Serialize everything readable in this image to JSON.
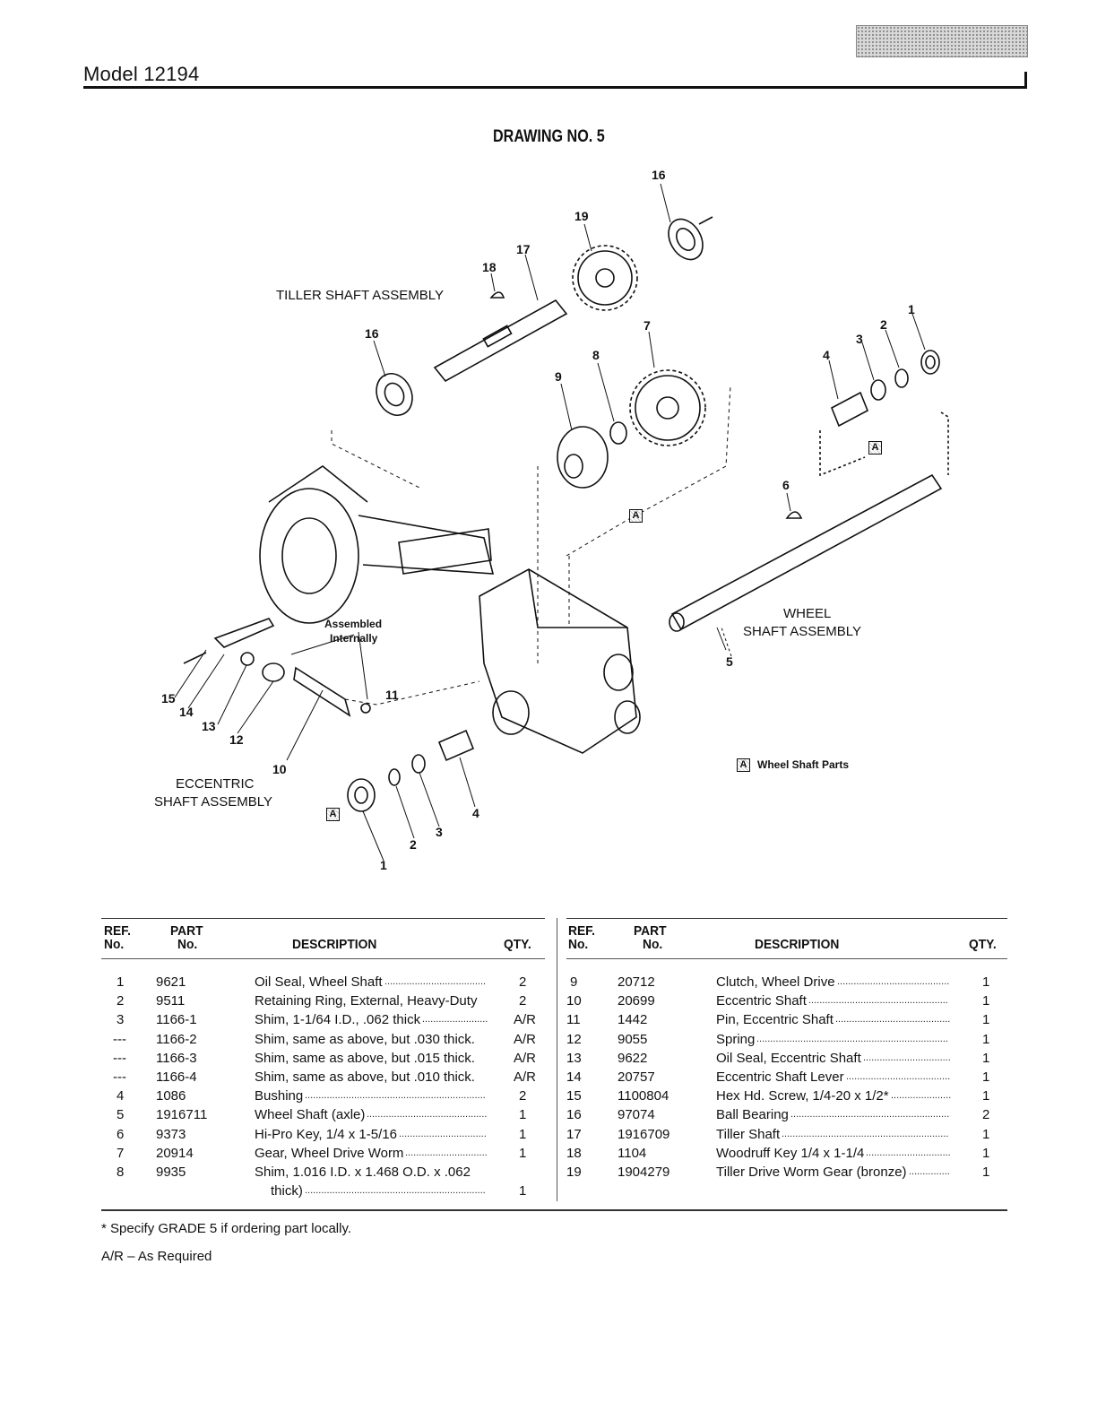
{
  "header": {
    "model": "Model 12194",
    "drawing_title": "DRAWING NO. 5"
  },
  "diagram": {
    "labels": {
      "tiller_shaft_assembly": "TILLER SHAFT ASSEMBLY",
      "wheel": "WHEEL",
      "wheel_shaft_assembly": "SHAFT ASSEMBLY",
      "eccentric": "ECCENTRIC",
      "eccentric_shaft_assembly": "SHAFT ASSEMBLY",
      "assembled_1": "Assembled",
      "assembled_2": "Internally",
      "wheel_shaft_parts": "Wheel Shaft Parts",
      "box_letter": "A"
    },
    "callouts": {
      "c16a": "16",
      "c19": "19",
      "c17": "17",
      "c18": "18",
      "c16b": "16",
      "c7": "7",
      "c8": "8",
      "c9": "9",
      "c1a": "1",
      "c2a": "2",
      "c3a": "3",
      "c4a": "4",
      "c6": "6",
      "c5": "5",
      "c11": "11",
      "c15": "15",
      "c14": "14",
      "c13": "13",
      "c12": "12",
      "c10": "10",
      "c4b": "4",
      "c3b": "3",
      "c2b": "2",
      "c1b": "1"
    }
  },
  "table": {
    "headers": {
      "ref_1": "REF.",
      "ref_2": "No.",
      "part_1": "PART",
      "part_2": "No.",
      "description": "DESCRIPTION",
      "qty": "QTY."
    },
    "left_rows": [
      {
        "ref": "1",
        "part": "9621",
        "desc": "Oil Seal, Wheel Shaft",
        "qty": "2"
      },
      {
        "ref": "2",
        "part": "9511",
        "desc": "Retaining Ring, External, Heavy-Duty",
        "qty": "2"
      },
      {
        "ref": "3",
        "part": "1166-1",
        "desc": "Shim, 1-1/64 I.D., .062 thick",
        "qty": "A/R"
      },
      {
        "ref": "---",
        "part": "1166-2",
        "desc": "Shim, same as above, but .030 thick.",
        "qty": "A/R"
      },
      {
        "ref": "---",
        "part": "1166-3",
        "desc": "Shim, same as above, but .015 thick.",
        "qty": "A/R"
      },
      {
        "ref": "---",
        "part": "1166-4",
        "desc": "Shim, same as above, but .010 thick.",
        "qty": "A/R"
      },
      {
        "ref": "4",
        "part": "1086",
        "desc": "Bushing",
        "qty": "2"
      },
      {
        "ref": "5",
        "part": "1916711",
        "desc": "Wheel Shaft (axle)",
        "qty": "1"
      },
      {
        "ref": "6",
        "part": "9373",
        "desc": "Hi-Pro Key, 1/4 x 1-5/16",
        "qty": "1"
      },
      {
        "ref": "7",
        "part": "20914",
        "desc": "Gear, Wheel Drive Worm",
        "qty": "1"
      },
      {
        "ref": "8",
        "part": "9935",
        "desc": "Shim, 1.016 I.D. x 1.468 O.D. x .062",
        "qty": ""
      },
      {
        "ref": "",
        "part": "",
        "desc": "thick)",
        "qty": "1"
      }
    ],
    "right_rows": [
      {
        "ref": "9",
        "part": "20712",
        "desc": "Clutch, Wheel Drive",
        "qty": "1"
      },
      {
        "ref": "10",
        "part": "20699",
        "desc": "Eccentric Shaft",
        "qty": "1"
      },
      {
        "ref": "11",
        "part": "1442",
        "desc": "Pin, Eccentric Shaft",
        "qty": "1"
      },
      {
        "ref": "12",
        "part": "9055",
        "desc": "Spring",
        "qty": "1"
      },
      {
        "ref": "13",
        "part": "9622",
        "desc": "Oil Seal, Eccentric Shaft",
        "qty": "1"
      },
      {
        "ref": "14",
        "part": "20757",
        "desc": "Eccentric Shaft Lever",
        "qty": "1"
      },
      {
        "ref": "15",
        "part": "1100804",
        "desc": "Hex Hd. Screw, 1/4-20 x 1/2*",
        "qty": "1"
      },
      {
        "ref": "16",
        "part": "97074",
        "desc": "Ball Bearing",
        "qty": "2"
      },
      {
        "ref": "17",
        "part": "1916709",
        "desc": "Tiller Shaft",
        "qty": "1"
      },
      {
        "ref": "18",
        "part": "1104",
        "desc": "Woodruff Key 1/4 x 1-1/4",
        "qty": "1"
      },
      {
        "ref": "19",
        "part": "1904279",
        "desc": "Tiller Drive Worm Gear (bronze)",
        "qty": "1"
      }
    ]
  },
  "footnotes": {
    "grade": "* Specify GRADE 5 if ordering part locally.",
    "ar": "A/R – As Required"
  }
}
